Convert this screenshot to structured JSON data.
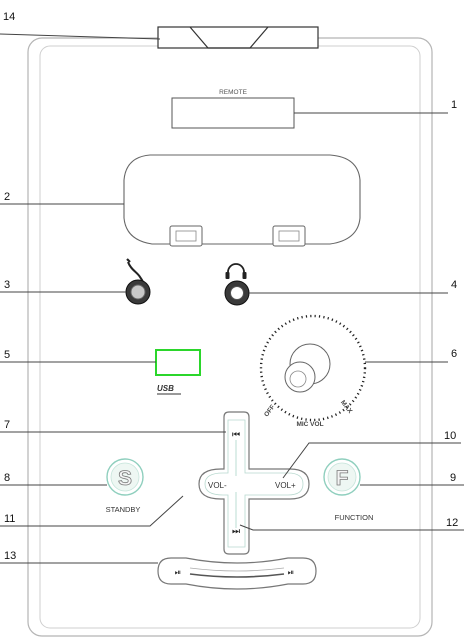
{
  "callouts": [
    "1",
    "2",
    "3",
    "4",
    "5",
    "6",
    "7",
    "8",
    "9",
    "10",
    "11",
    "12",
    "13",
    "14"
  ],
  "labels": {
    "remote": "REMOTE",
    "mic_vol": "MIC VOL",
    "off": "OFF",
    "max": "MAX",
    "vol_minus": "VOL-",
    "vol_plus": "VOL+",
    "standby": "STANDBY",
    "function": "FUNCTION",
    "standby_letter": "S",
    "function_letter": "F",
    "usb": "USB"
  },
  "icons": {
    "prev": "⏮",
    "next": "⏭",
    "play_pause": "⏯",
    "headphones": "headphones-icon",
    "mic": "mic-icon"
  },
  "colors": {
    "usb_green": "#2bd62b",
    "button_outline": "#8fcfbe",
    "line": "#444444"
  }
}
